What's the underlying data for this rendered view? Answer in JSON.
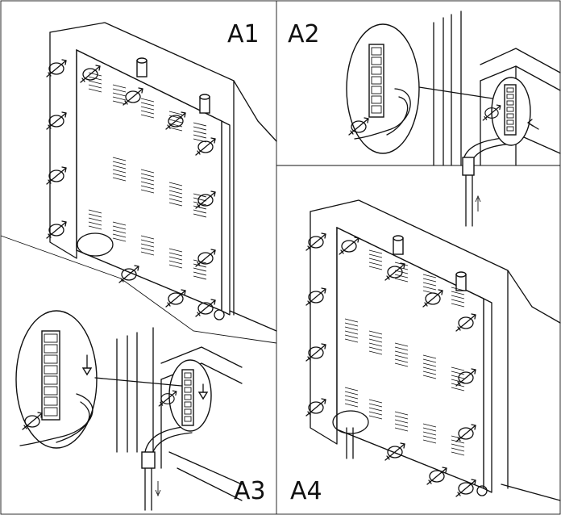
{
  "panels": [
    {
      "label": "A1"
    },
    {
      "label": "A2"
    },
    {
      "label": "A3"
    },
    {
      "label": "A4"
    }
  ],
  "colors": {
    "ink": "#111111",
    "background": "#ffffff"
  },
  "icons": {
    "screw": "rotate-screw-icon",
    "arrow": "down-arrow-icon"
  }
}
